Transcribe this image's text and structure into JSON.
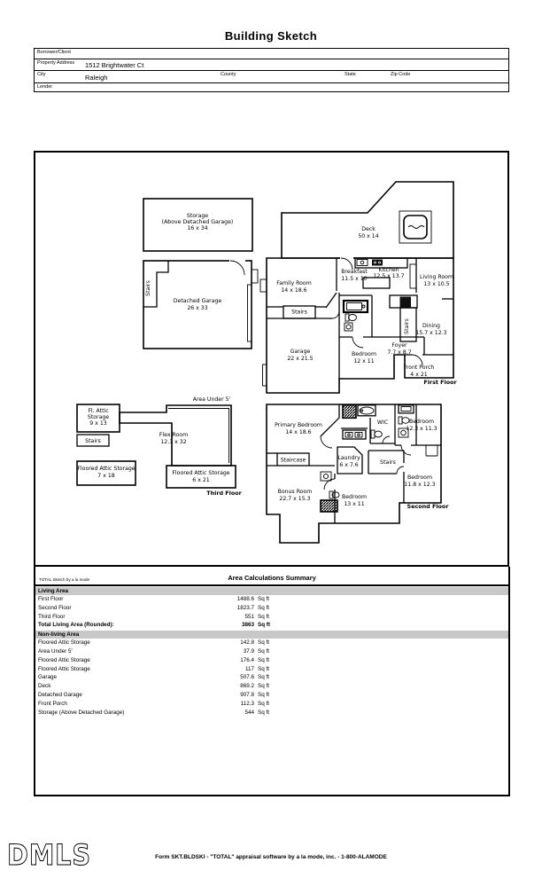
{
  "colors": {
    "section_bar": "#c8c8c8",
    "paper": "#ffffff",
    "ink": "#000000"
  },
  "header": {
    "title": "Building Sketch",
    "borrower_label": "Borrower/Client",
    "property_label": "Property Address",
    "property_value": "1512 Brightwater Ct",
    "city_label": "City",
    "city_value": "Raleigh",
    "county_label": "County",
    "state_label": "State",
    "zip_label": "Zip Code",
    "lender_label": "Lender"
  },
  "plan": {
    "storage_l1": "Storage",
    "storage_l2": "(Above Detached Garage)",
    "storage_l3": "16 x 34",
    "detached_garage_l1": "Detached Garage",
    "detached_garage_l2": "26 x 33",
    "deck_l1": "Deck",
    "deck_l2": "50 x 14",
    "stairs": "Stairs",
    "staircase": "Staircase",
    "family_l1": "Family Room",
    "family_l2": "14 x 18.6",
    "breakfast_l1": "Breakfast",
    "breakfast_l2": "11.5 x 10",
    "kitchen_l1": "Kitchen",
    "kitchen_l2": "12.5 x 13.7",
    "living_l1": "Living Room",
    "living_l2": "13 x 10.5",
    "dining_l1": "Dining",
    "dining_l2": "15.7 x 12.3",
    "garage_l1": "Garage",
    "garage_l2": "22 x 21.5",
    "bedroom1_l1": "Bedroom",
    "bedroom1_l2": "12 x 11",
    "foyer_l1": "Foyer",
    "foyer_l2": "7.7 x 8.7",
    "porch_l1": "Front Porch",
    "porch_l2": "4 x 21",
    "first_floor": "First Floor",
    "primary_l1": "Primary Bedroom",
    "primary_l2": "14 x 18.6",
    "wic": "WIC",
    "bed2_l1": "Bedroom",
    "bed2_l2": "12.3 x 11.3",
    "laundry_l1": "Laundry",
    "laundry_l2": "6 x 7.6",
    "bed3_l1": "Bedroom",
    "bed3_l2": "11.8 x 12.3",
    "bonus_l1": "Bonus Room",
    "bonus_l2": "22.7 x 15.3",
    "bed4_l1": "Bedroom",
    "bed4_l2": "13 x 11",
    "second_floor": "Second Floor",
    "fl_attic_l1": "Fl. Attic",
    "fl_attic_l2": "Storage",
    "fl_attic_l3": "9 x 13",
    "area_under": "Area Under 5'",
    "flex_l1": "Flex Room",
    "flex_l2": "12.3 x 32",
    "fas7_l1": "Floored Attic Storage",
    "fas7_l2": "7 x 18",
    "fas6_l1": "Floored Attic Storage",
    "fas6_l2": "6 x 21",
    "third_floor": "Third Floor"
  },
  "summary": {
    "watermark": "TOTAL Sketch by a la mode",
    "title": "Area Calculations Summary",
    "living_header": "Living Area",
    "living_rows": [
      {
        "label": "First Floor",
        "value": "1488.6",
        "unit": "Sq ft"
      },
      {
        "label": "Second Floor",
        "value": "1823.7",
        "unit": "Sq ft"
      },
      {
        "label": "Third Floor",
        "value": "551",
        "unit": "Sq ft"
      }
    ],
    "total_row": {
      "label": "Total Living Area (Rounded):",
      "value": "3863",
      "unit": "Sq ft"
    },
    "nonliving_header": "Non-living Area",
    "nonliving_rows": [
      {
        "label": "Floored Attic Storage",
        "value": "142.8",
        "unit": "Sq ft"
      },
      {
        "label": "Area Under 5'",
        "value": "37.9",
        "unit": "Sq ft"
      },
      {
        "label": "Floored Attic Storage",
        "value": "176.4",
        "unit": "Sq ft"
      },
      {
        "label": "Floored Attic Storage",
        "value": "117",
        "unit": "Sq ft"
      },
      {
        "label": "Garage",
        "value": "507.6",
        "unit": "Sq ft"
      },
      {
        "label": "Deck",
        "value": "869.2",
        "unit": "Sq ft"
      },
      {
        "label": "Detached Garage",
        "value": "907.8",
        "unit": "Sq ft"
      },
      {
        "label": "Front Porch",
        "value": "112.3",
        "unit": "Sq ft"
      },
      {
        "label": "Storage (Above Detached Garage)",
        "value": "544",
        "unit": "Sq ft"
      }
    ]
  },
  "footer": {
    "logo": "DMLS",
    "form_line": "Form SKT.BLDSKI - \"TOTAL\" appraisal software by a la mode, inc. - 1-800-ALAMODE"
  }
}
